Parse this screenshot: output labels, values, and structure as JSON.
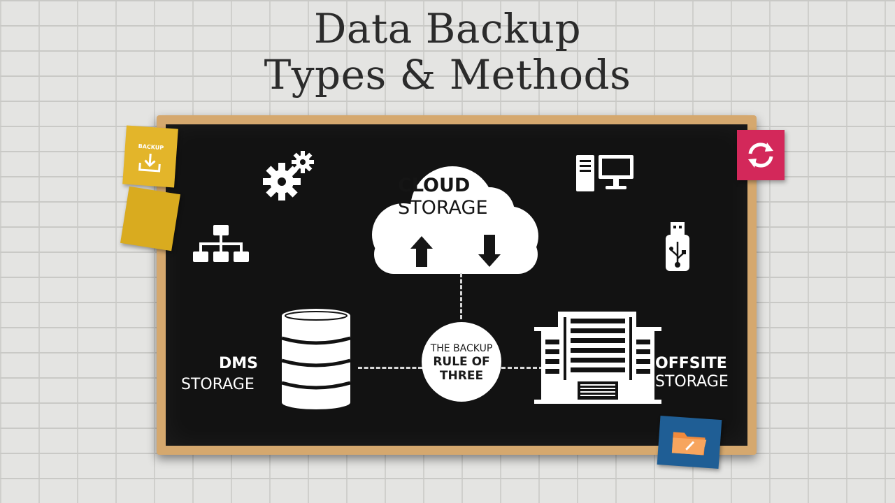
{
  "title": {
    "line1": "Data Backup",
    "line2": "Types & Methods"
  },
  "cloud": {
    "label_bold": "CLOUD",
    "label_light": "STORAGE"
  },
  "center": {
    "line1": "THE BACKUP",
    "line2": "RULE OF",
    "line3": "THREE"
  },
  "left": {
    "label_bold": "DMS",
    "label_light": "STORAGE"
  },
  "right": {
    "label_bold": "OFFSITE",
    "label_light": "STORAGE"
  },
  "sticky_backup": {
    "text": "BACKUP"
  },
  "colors": {
    "board": "#121212",
    "frame": "#d5a86e",
    "yellow_note": "#e3b52a",
    "pink_note": "#d3285a",
    "blue_note": "#1f5e95",
    "folder": "#f08a3c"
  },
  "icons": [
    "gears-icon",
    "network-icon",
    "computer-icon",
    "usb-icon",
    "cloud-icon",
    "database-icon",
    "building-icon",
    "sync-icon",
    "folder-icon",
    "download-icon"
  ]
}
